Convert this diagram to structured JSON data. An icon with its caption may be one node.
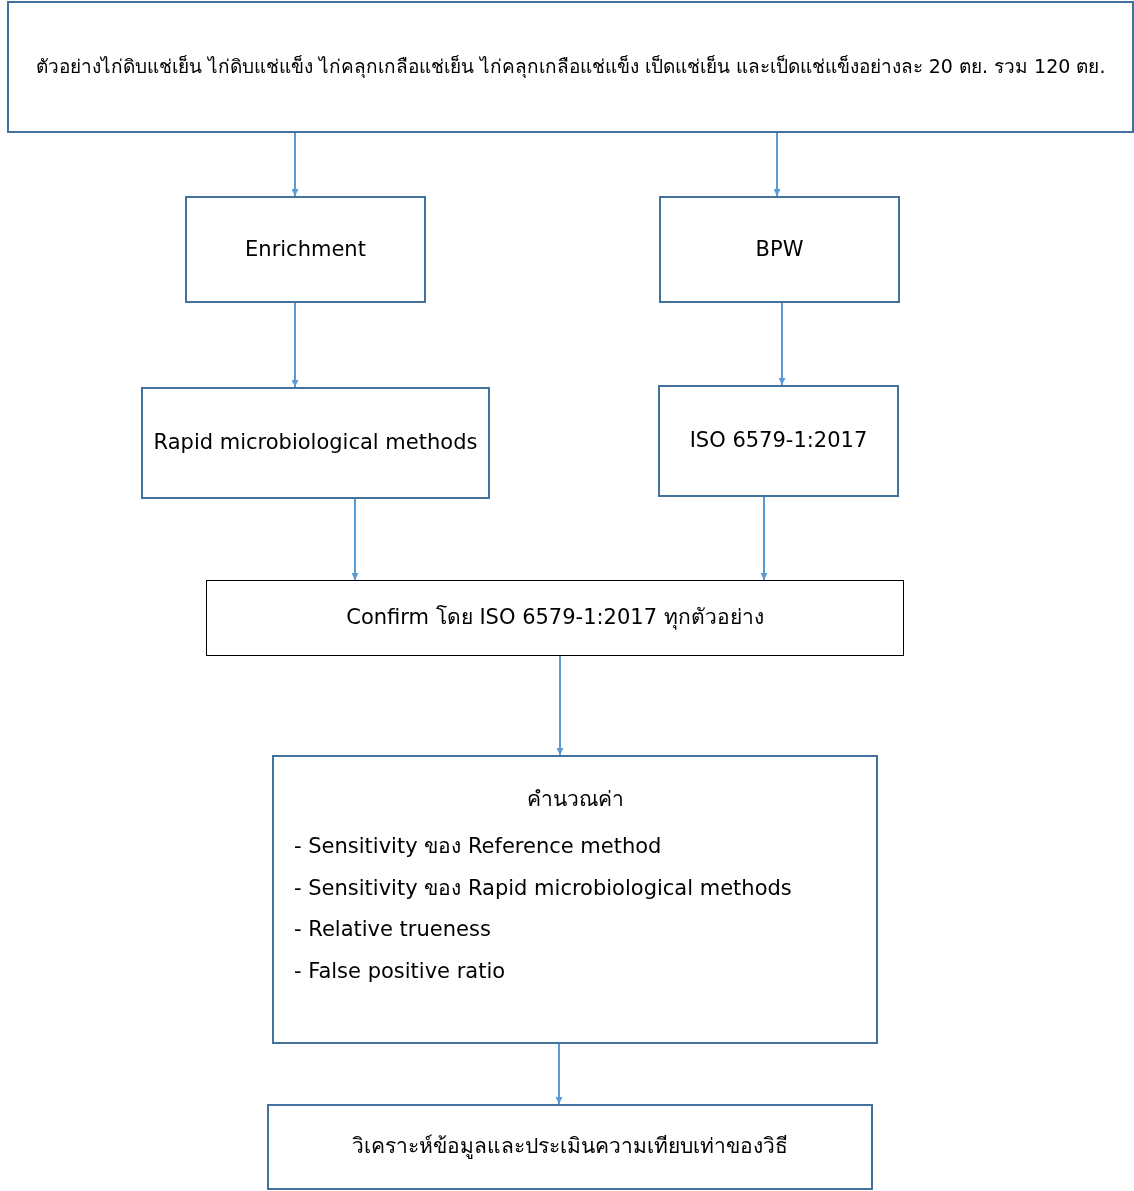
{
  "diagram": {
    "nodes": [
      {
        "text": [
          "ตัวอย่างไก่ดิบแช่เย็น ไก่ดิบแช่แข็ง ไก่คลุกเกลือแช่เย็น ไก่คลุกเกลือแช่แข็ง เป็ดแช่เย็น และเป็ดแช่แข็งอย่างละ 20 ตย. รวม 120 ตย."
        ]
      },
      {
        "text": [
          "Enrichment"
        ]
      },
      {
        "text": [
          "BPW"
        ]
      },
      {
        "text": [
          "Rapid microbiological methods"
        ]
      },
      {
        "text": [
          "ISO 6579-1:2017"
        ]
      },
      {
        "text": [
          "Confirm โดย ISO 6579-1:2017 ทุกตัวอย่าง"
        ]
      },
      {
        "text": [
          "คำนวณค่า",
          "- Sensitivity ของ Reference method",
          "- Sensitivity ของ Rapid microbiological methods",
          "- Relative trueness",
          "- False positive ratio"
        ]
      },
      {
        "text": [
          "วิเคราะห์ข้อมูลและประเมินความเทียบเท่าของวิธี"
        ]
      }
    ],
    "edges": [
      {
        "from": 0,
        "to": 1,
        "arrow": "to"
      },
      {
        "from": 0,
        "to": 2,
        "arrow": "to"
      },
      {
        "from": 1,
        "to": 3,
        "arrow": "to"
      },
      {
        "from": 2,
        "to": 4,
        "arrow": "to"
      },
      {
        "from": 3,
        "to": 5,
        "arrow": "to"
      },
      {
        "from": 4,
        "to": 5,
        "arrow": "to"
      },
      {
        "from": 5,
        "to": 6,
        "arrow": "to"
      },
      {
        "from": 6,
        "to": 7,
        "arrow": "to"
      }
    ]
  }
}
